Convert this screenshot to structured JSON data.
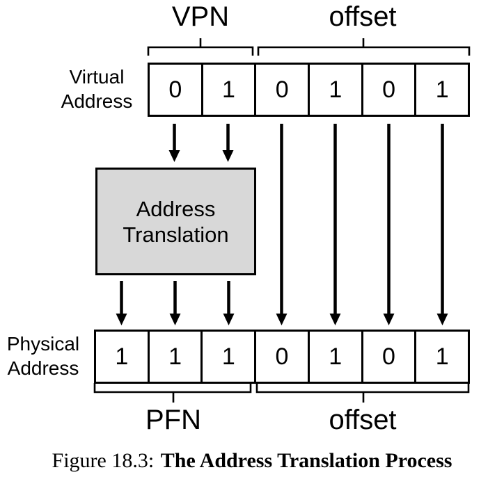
{
  "figure": {
    "top_labels": {
      "vpn": "VPN",
      "offset": "offset"
    },
    "virtual_address": {
      "label_line1": "Virtual",
      "label_line2": "Address",
      "bits": [
        "0",
        "1",
        "0",
        "1",
        "0",
        "1"
      ]
    },
    "translation_box": {
      "line1": "Address",
      "line2": "Translation"
    },
    "physical_address": {
      "label_line1": "Physical",
      "label_line2": "Address",
      "bits": [
        "1",
        "1",
        "1",
        "0",
        "1",
        "0",
        "1"
      ]
    },
    "bottom_labels": {
      "pfn": "PFN",
      "offset": "offset"
    },
    "caption": {
      "prefix": "Figure 18.3:",
      "title": "The Address Translation Process"
    }
  },
  "colors": {
    "box_fill": "#d8d8d8",
    "line": "#000000"
  }
}
